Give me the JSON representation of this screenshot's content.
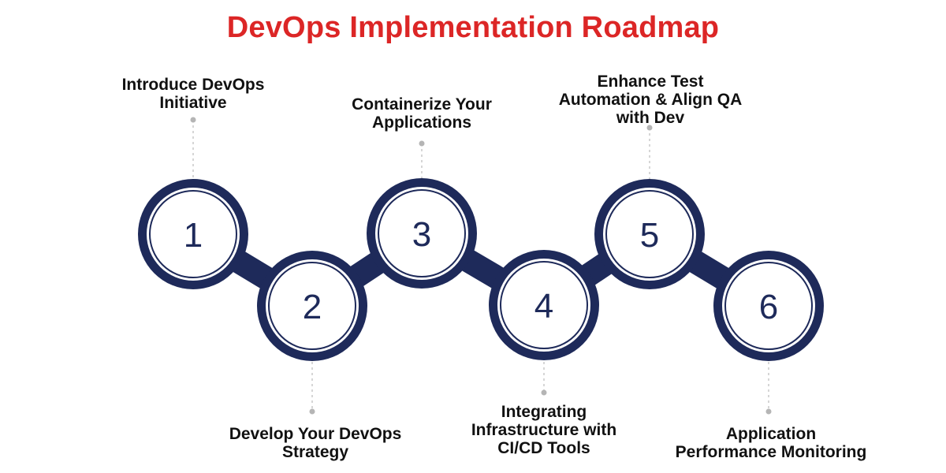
{
  "title": "DevOps Implementation Roadmap",
  "colors": {
    "title": "#dc2626",
    "circle": "#1e2a5a",
    "connector_dot": "#b5b5b5",
    "label": "#111111"
  },
  "steps": [
    {
      "number": "1",
      "label": "Introduce DevOps\nInitiative"
    },
    {
      "number": "2",
      "label": "Develop Your DevOps\nStrategy"
    },
    {
      "number": "3",
      "label": "Containerize Your\nApplications"
    },
    {
      "number": "4",
      "label": "Integrating\nInfrastructure with\nCI/CD Tools"
    },
    {
      "number": "5",
      "label": "Enhance Test\nAutomation & Align QA\nwith Dev"
    },
    {
      "number": "6",
      "label": "Application\nPerformance Monitoring"
    }
  ]
}
